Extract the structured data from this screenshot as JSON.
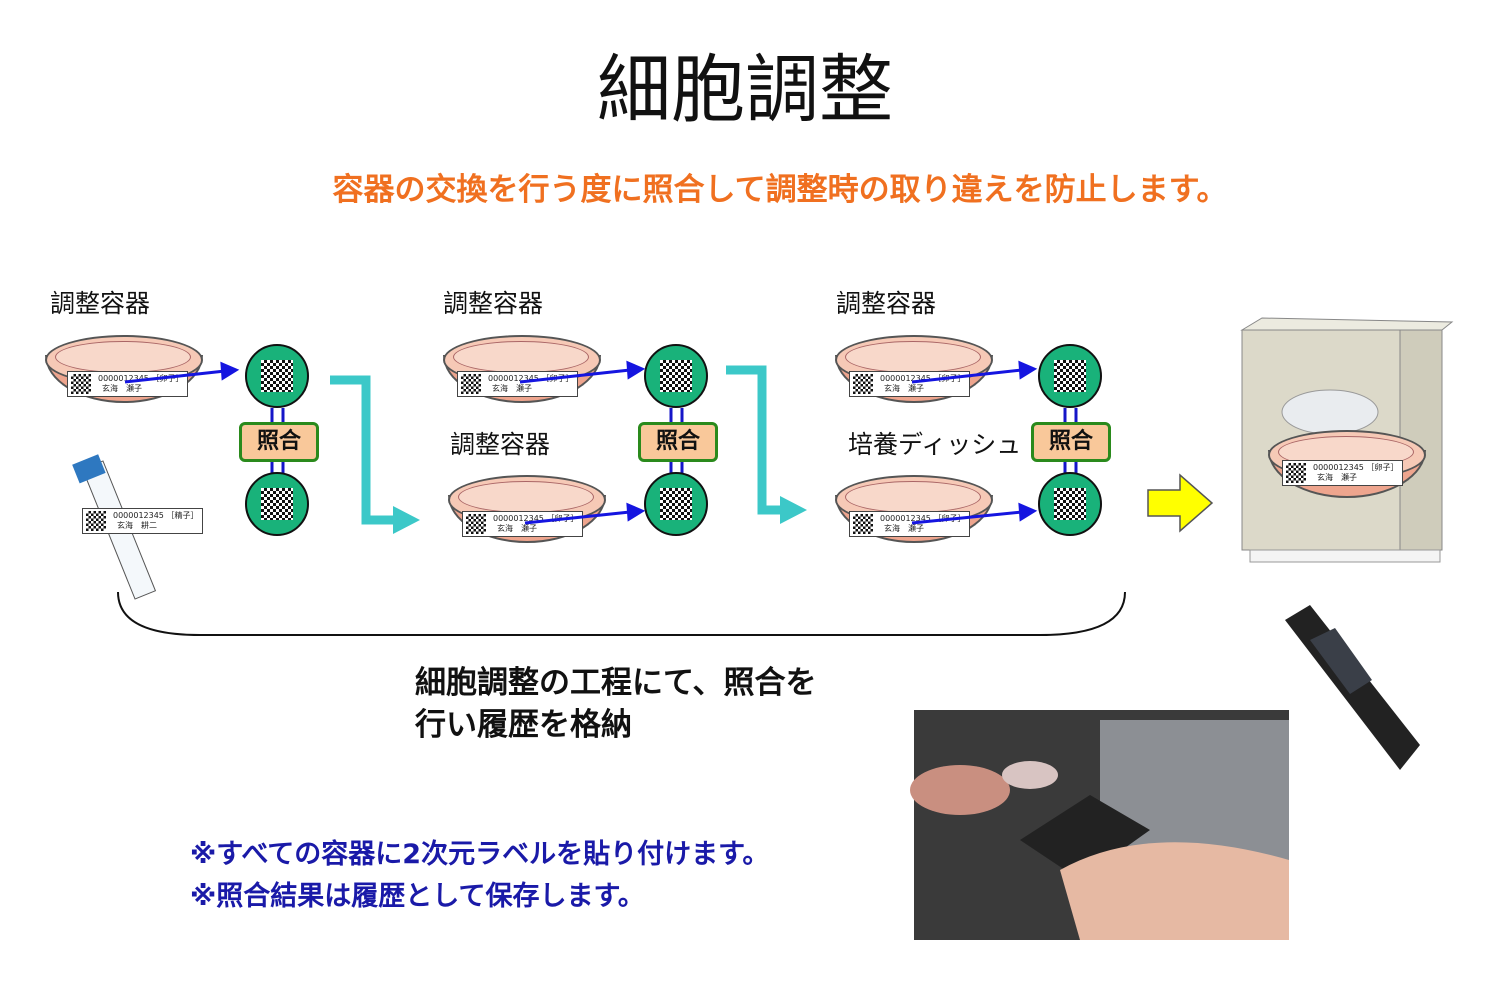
{
  "title": "細胞調整",
  "subtitle": "容器の交換を行う度に照合して調整時の取り違えを防止します。",
  "captions": {
    "dish1": "調整容器",
    "dish2": "調整容器",
    "dish3": "調整容器",
    "dish2b": "調整容器",
    "dish3b": "培養ディッシュ"
  },
  "match_label": "照合",
  "dish_label": {
    "id": "0000012345",
    "tag": "［卵子］",
    "name": "玄海　瀬子"
  },
  "tube_label": {
    "id": "0000012345",
    "tag": "［精子］",
    "name": "玄海　耕二"
  },
  "process_caption": [
    "細胞調整の工程にて、照合を",
    "行い履歴を格納"
  ],
  "notes": [
    "※すべての容器に2次元ラベルを貼り付けます。",
    "※照合結果は履歴として保存します。"
  ],
  "colors": {
    "subtitle": "#f07020",
    "notes": "#1a1aa8",
    "flow_arrow": "#3cc8c8",
    "code_bg": "#19b27a",
    "match_border": "#2a8a1c",
    "match_bg": "#f9c89a",
    "to_incubator_arrow": "#ffff00"
  }
}
